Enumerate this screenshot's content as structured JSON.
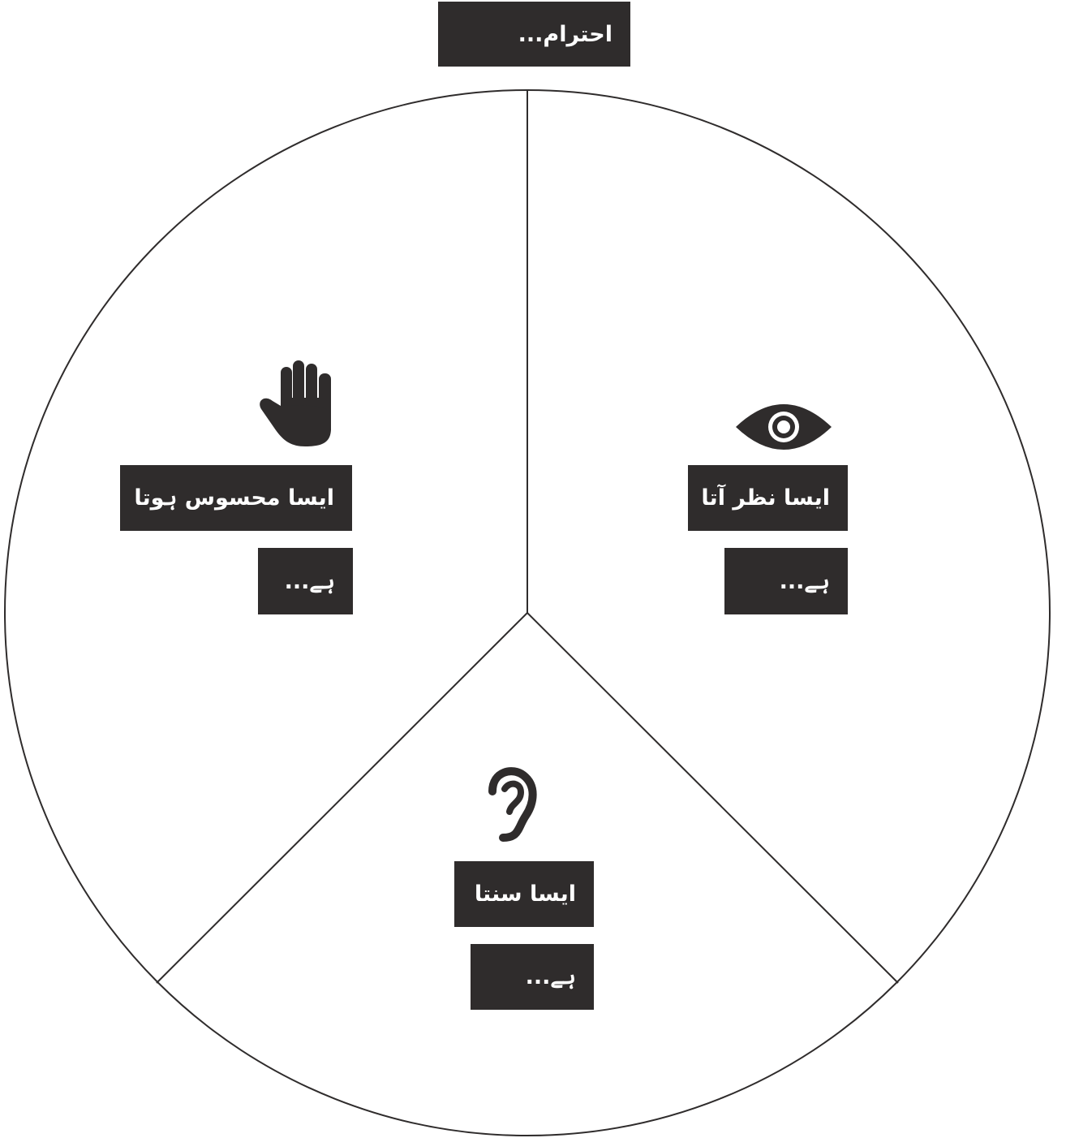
{
  "title": "احترام...",
  "sections": {
    "feel": {
      "icon": "hand-icon",
      "line1": "ایسا محسوس ہوتا",
      "line2": "ہے..."
    },
    "see": {
      "icon": "eye-icon",
      "line1": "ایسا نظر آتا",
      "line2": "ہے..."
    },
    "hear": {
      "icon": "ear-icon",
      "line1": "ایسا سنتا",
      "line2": "ہے..."
    }
  },
  "colors": {
    "label_background": "#2f2c2c",
    "label_text": "#ffffff",
    "stroke": "#2f2c2c",
    "icon": "#2f2c2c"
  }
}
